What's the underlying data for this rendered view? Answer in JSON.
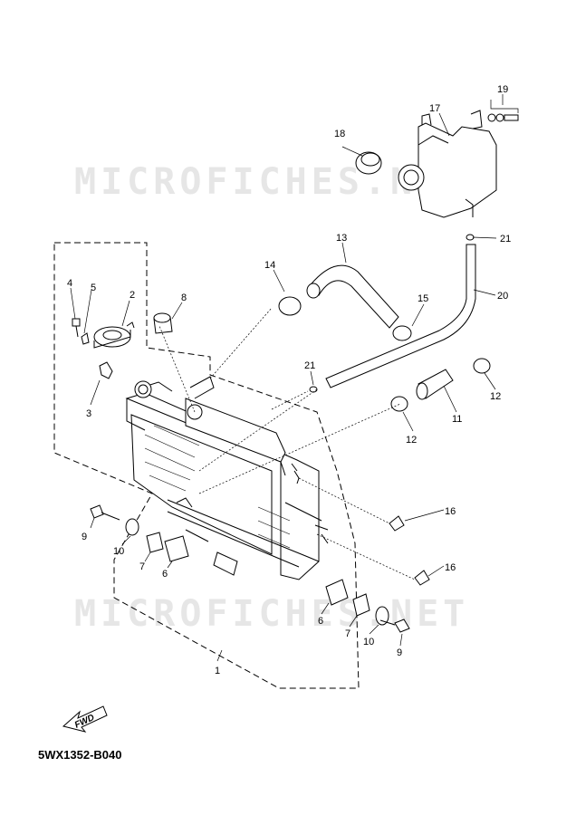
{
  "watermark": [
    "MICROFICHES.NET",
    "MICROFICHES.NET"
  ],
  "diagram_code": "5WX1352-B040",
  "forward_label": "FWD",
  "callouts": [
    "1",
    "2",
    "3",
    "4",
    "5",
    "6",
    "6",
    "7",
    "7",
    "8",
    "9",
    "9",
    "10",
    "10",
    "11",
    "12",
    "12",
    "13",
    "14",
    "15",
    "16",
    "16",
    "17",
    "18",
    "19",
    "20",
    "21",
    "21"
  ]
}
